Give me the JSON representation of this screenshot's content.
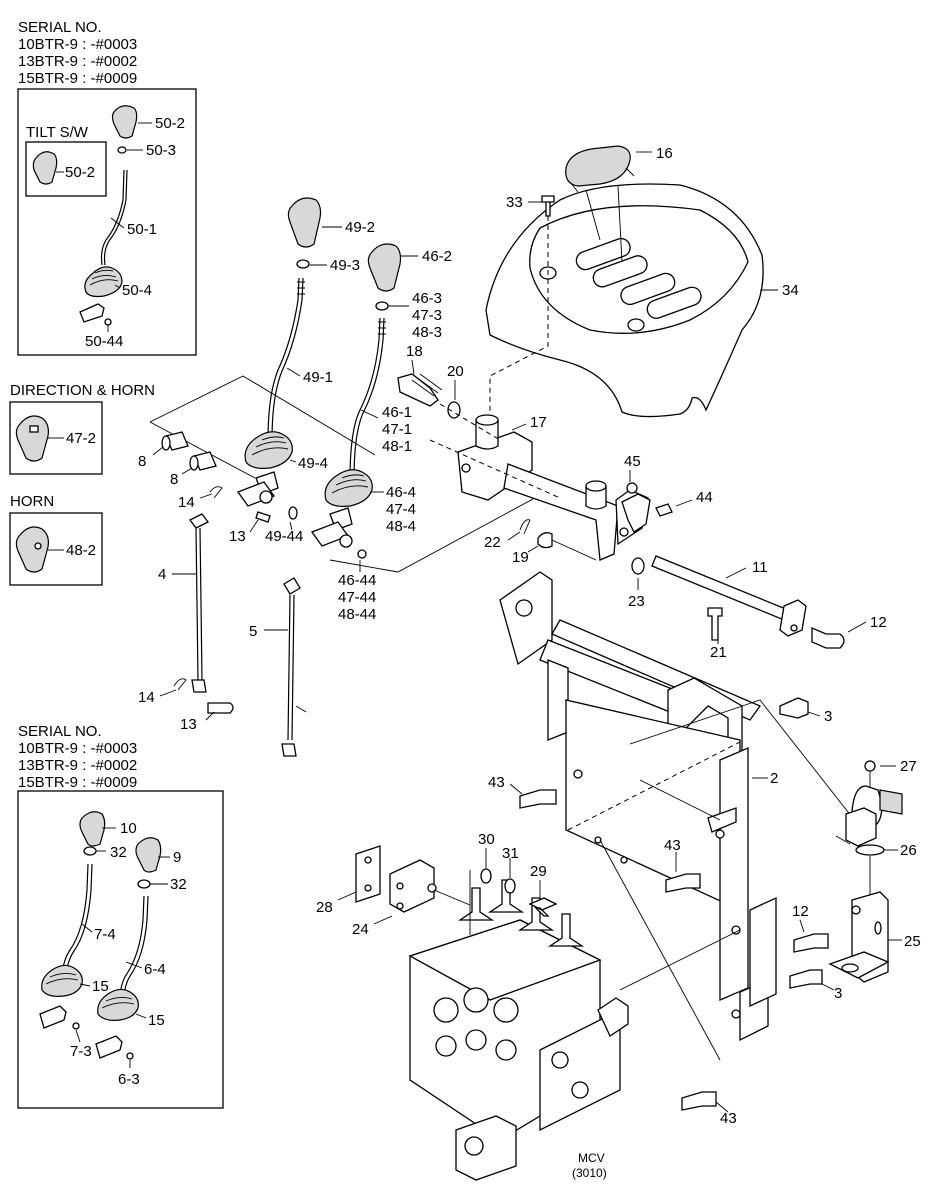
{
  "serial_blocks": [
    {
      "title": "SERIAL NO.",
      "lines": [
        "10BTR-9 : -#0003",
        "13BTR-9 : -#0002",
        "15BTR-9 : -#0009"
      ]
    },
    {
      "title": "SERIAL NO.",
      "lines": [
        "10BTR-9 : -#0003",
        "13BTR-9 : -#0002",
        "15BTR-9 : -#0009"
      ]
    }
  ],
  "side_titles": {
    "tilt": "TILT S/W",
    "direction_horn": "DIRECTION & HORN",
    "horn": "HORN"
  },
  "mcv": {
    "name": "MCV",
    "code": "(3010)"
  },
  "callouts": {
    "c50_2a": "50-2",
    "c50_2b": "50-2",
    "c50_3": "50-3",
    "c50_1": "50-1",
    "c50_4": "50-4",
    "c50_44": "50-44",
    "c47_2": "47-2",
    "c48_2": "48-2",
    "c49_2": "49-2",
    "c49_3": "49-3",
    "c46_2": "46-2",
    "c46_3": "46-3",
    "c47_3": "47-3",
    "c48_3": "48-3",
    "c49_1": "49-1",
    "c18": "18",
    "c20": "20",
    "c46_1": "46-1",
    "c47_1": "47-1",
    "c48_1": "48-1",
    "c17": "17",
    "c8a": "8",
    "c8b": "8",
    "c49_4": "49-4",
    "c14a": "14",
    "c13a": "13",
    "c49_44": "49-44",
    "c46_4": "46-4",
    "c47_4": "47-4",
    "c48_4": "48-4",
    "c46_44": "46-44",
    "c47_44": "47-44",
    "c48_44": "48-44",
    "c4": "4",
    "c5": "5",
    "c14b": "14",
    "c13b": "13",
    "c16": "16",
    "c33": "33",
    "c34": "34",
    "c45": "45",
    "c44": "44",
    "c22": "22",
    "c19": "19",
    "c23": "23",
    "c11": "11",
    "c12a": "12",
    "c21": "21",
    "c3a": "3",
    "c2": "2",
    "c43a": "43",
    "c27": "27",
    "c26": "26",
    "c43b": "43",
    "c30": "30",
    "c31": "31",
    "c29": "29",
    "c28": "28",
    "c24": "24",
    "c12b": "12",
    "c25": "25",
    "c3b": "3",
    "c43c": "43",
    "c10": "10",
    "c32a": "32",
    "c9": "9",
    "c32b": "32",
    "c7_4": "7-4",
    "c6_4": "6-4",
    "c15a": "15",
    "c15b": "15",
    "c7_3": "7-3",
    "c6_3": "6-3"
  }
}
